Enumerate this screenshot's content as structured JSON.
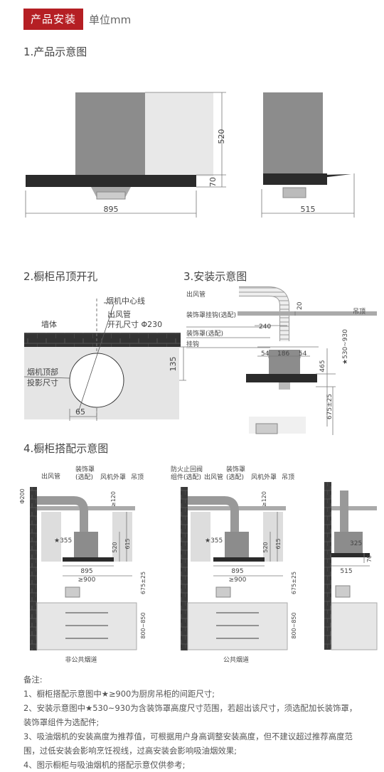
{
  "header": {
    "tag": "产品安装",
    "unit": "单位mm"
  },
  "sections": {
    "s1": "1.产品示意图",
    "s2": "2.橱柜吊顶开孔",
    "s3": "3.安装示意图",
    "s4": "4.橱柜搭配示意图"
  },
  "product": {
    "height_body": "520",
    "height_base": "70",
    "width_front": "895",
    "depth_side": "515"
  },
  "cutout": {
    "center_line": "烟机中心线",
    "duct_label": "出风管",
    "hole_label": "开孔尺寸 Φ230",
    "wall": "墙体",
    "proj_line1": "烟机顶部",
    "proj_line2": "投影尺寸",
    "dim_135": "135",
    "dim_65": "65"
  },
  "install": {
    "duct": "出风管",
    "hook": "装饰罩挂钩(选配)",
    "ceiling": "吊顶",
    "cover": "装饰罩(选配)",
    "hanger": "挂钩",
    "d20": "20",
    "d240": "240",
    "d54a": "54",
    "d186": "186",
    "d54b": "54",
    "d465": "465",
    "d530": "★530~930",
    "d675": "675±25"
  },
  "cabinet": {
    "duct": "出风管",
    "cover_l1": "装饰罩",
    "cover_l2": "(选配)",
    "hood_cover": "风机外罩",
    "ceiling": "吊顶",
    "phi200": "Φ200",
    "ge120": "≥120",
    "s355": "★355",
    "d520": "520",
    "d615": "615",
    "d895": "895",
    "ge900": "≥900",
    "d675": "675±25",
    "d800": "800~850",
    "fire_l1": "防火止回阀",
    "fire_l2": "组件(选配)",
    "caption_left": "非公共烟道",
    "caption_mid": "公共烟道",
    "d325": "325",
    "d70": "70",
    "d515": "515"
  },
  "notes": [
    "备注:",
    "1、橱柜搭配示意图中★≥900为厨房吊柜的间距尺寸;",
    "2、安装示意图中★530~930为含装饰罩高度尺寸范围，若超出该尺寸，须选配加长装饰罩，装饰罩组件为选配件;",
    "3、吸油烟机的安装高度为推荐值，可根据用户身高调整安装高度，但不建议超过推荐高度范围，过低安装会影响烹饪视线，过高安装会影响吸油烟效果;",
    "4、图示橱柜与吸油烟机的搭配示意仅供参考;"
  ]
}
